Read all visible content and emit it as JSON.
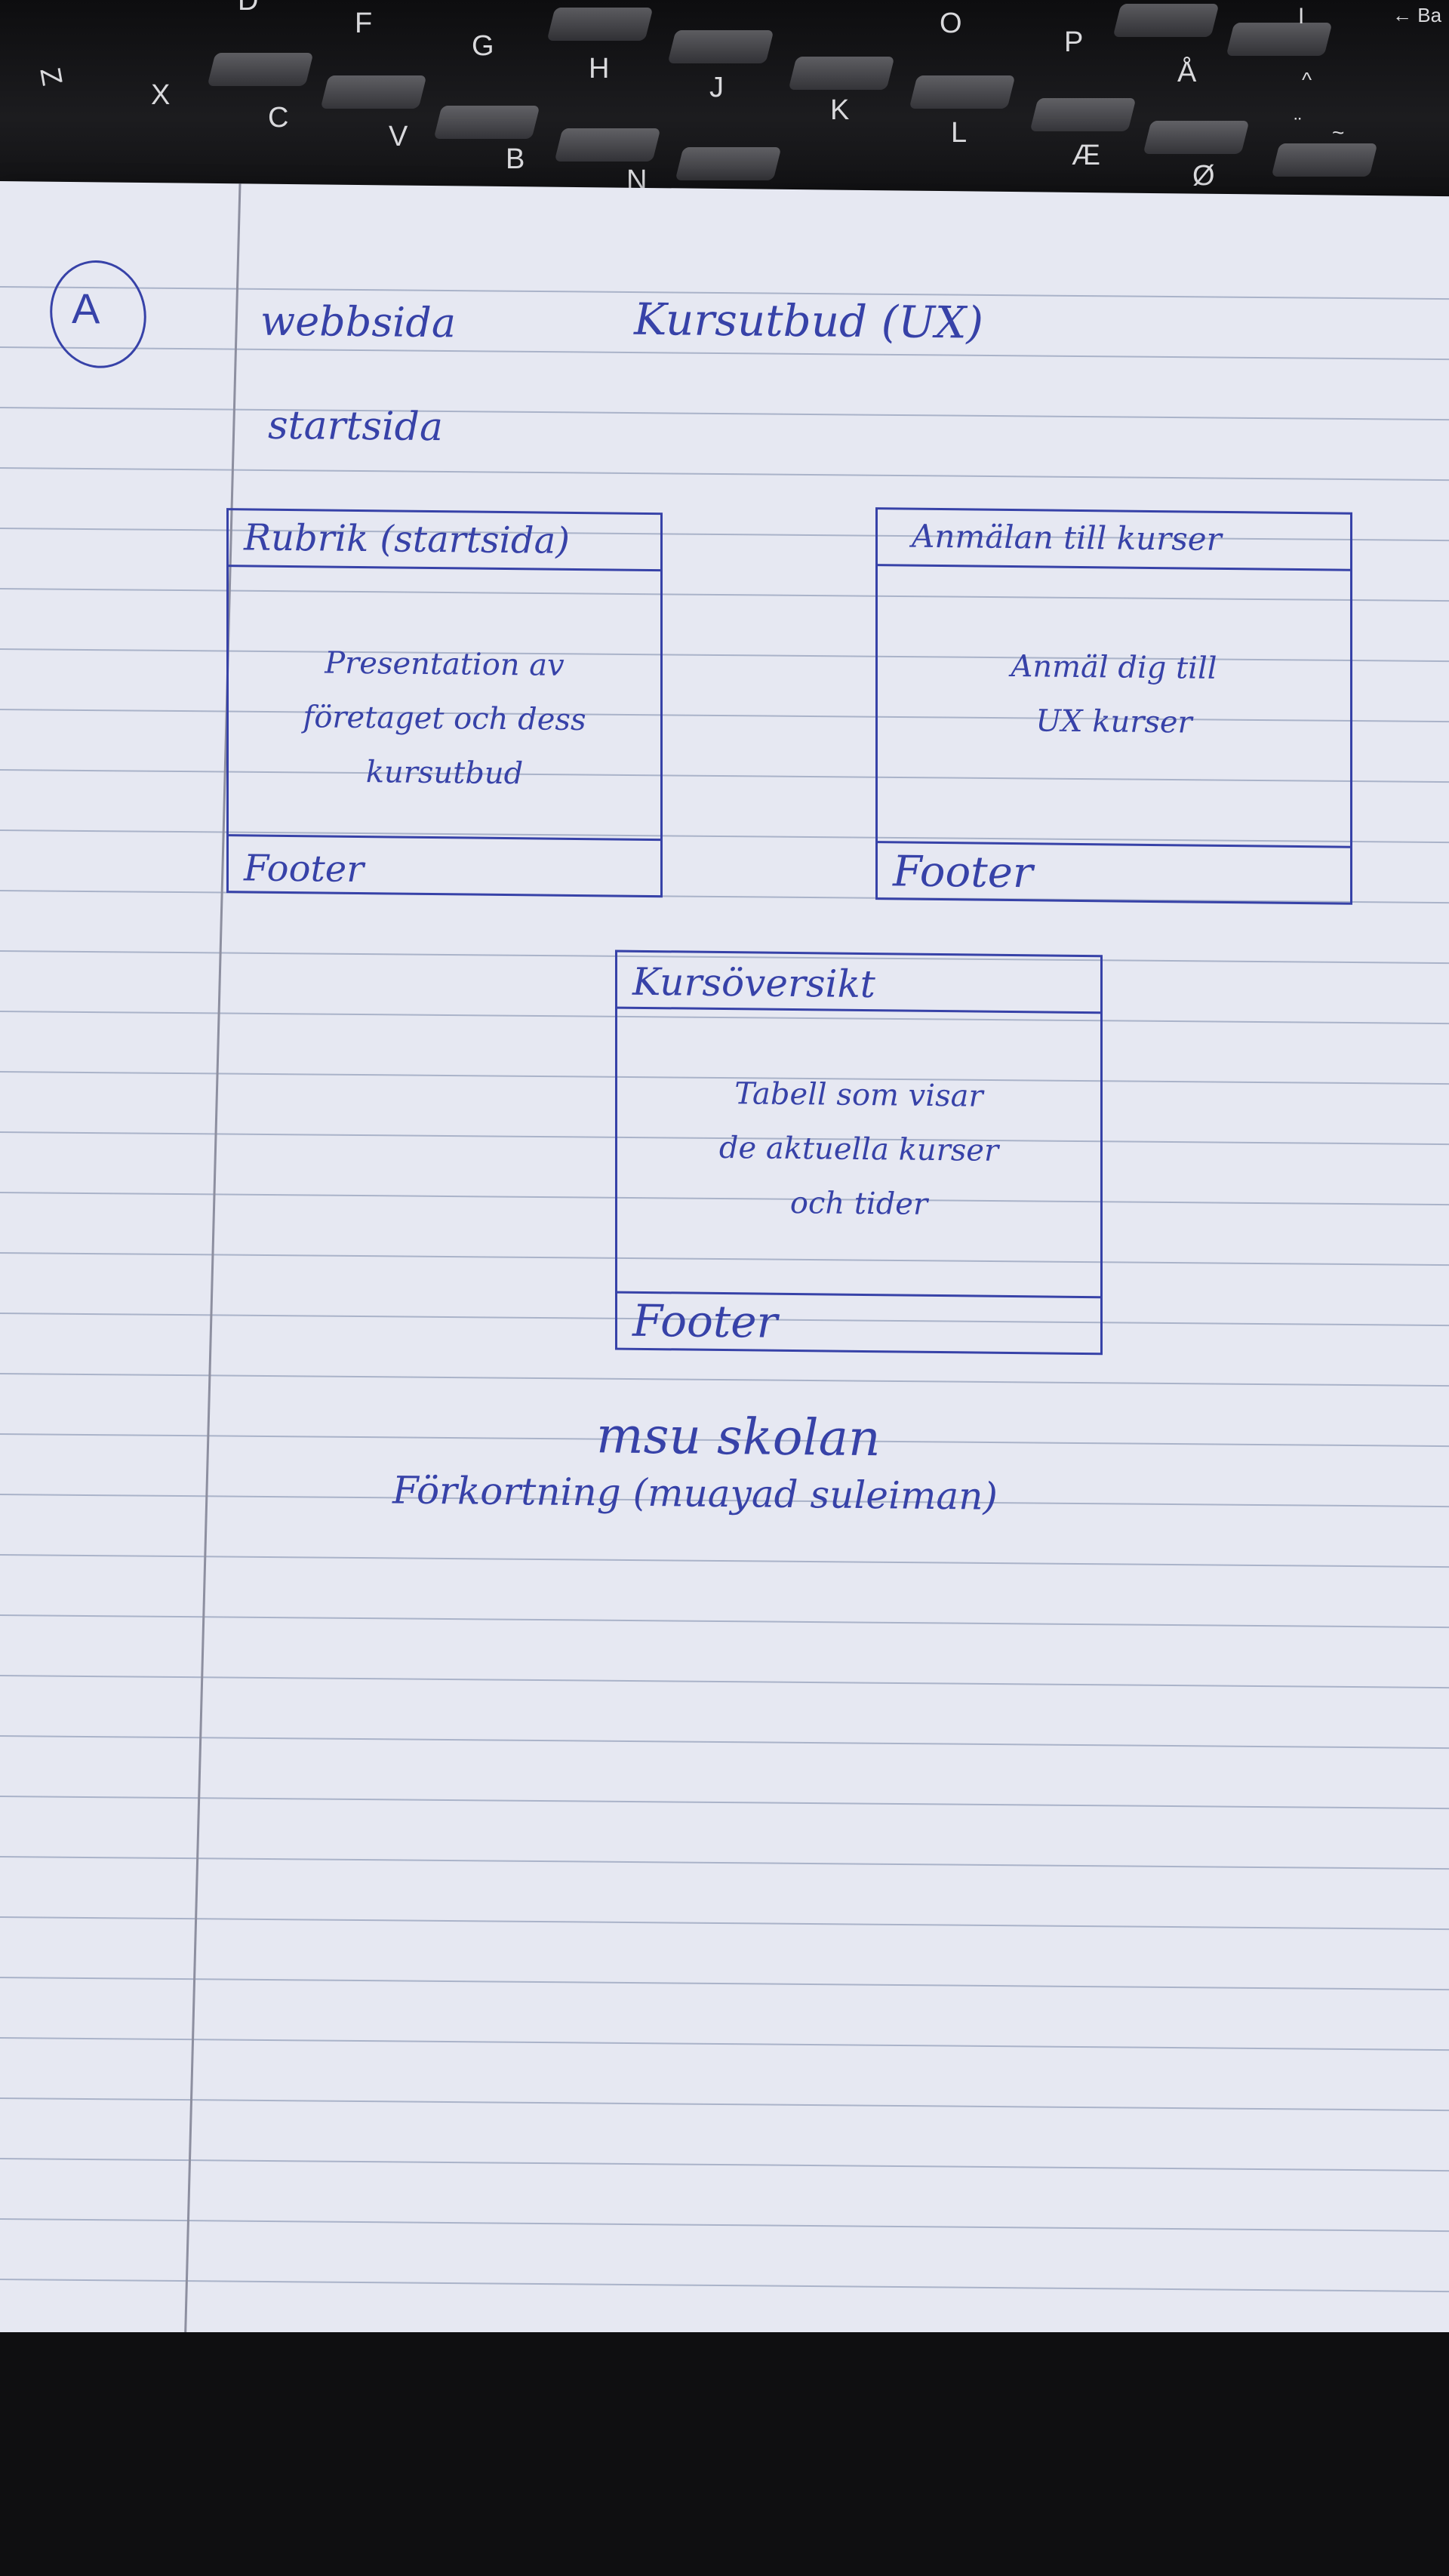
{
  "keyboard": {
    "keys": [
      "Z",
      "X",
      "C",
      "V",
      "B",
      "N",
      "F",
      "G",
      "H",
      "J",
      "K",
      "L",
      "O",
      "P",
      "Å",
      "Æ",
      "Ø",
      "^",
      "¨",
      "~",
      "← Ba",
      "I",
      "D"
    ]
  },
  "sheet": {
    "marker": "A",
    "title_left": "webbsida",
    "title_right": "Kursutbud (UX)",
    "subtitle": "startsida",
    "wireframes": [
      {
        "header": "Rubrik (startsida)",
        "body": [
          "Presentation av",
          "företaget och dess",
          "kursutbud"
        ],
        "footer": "Footer"
      },
      {
        "header": "Anmälan till kurser",
        "body": [
          "Anmäl dig till",
          "UX kurser"
        ],
        "footer": "Footer"
      },
      {
        "header": "Kursöversikt",
        "body": [
          "Tabell som visar",
          "de aktuella kurser",
          "och tider"
        ],
        "footer": "Footer"
      }
    ],
    "brand": "msu skolan",
    "abbreviation": "Förkortning (muayad suleiman)"
  },
  "colors": {
    "ink": "#3742a8",
    "paper": "#e6e8f2",
    "rule": "#aab3c9",
    "margin": "#8d8fa0",
    "background": "#141416"
  }
}
